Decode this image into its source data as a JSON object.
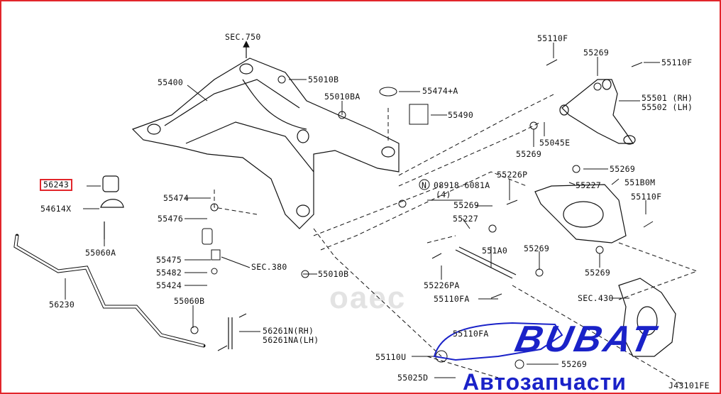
{
  "diagram": {
    "code": "J43101FE",
    "highlighted_part": "56243",
    "labels": {
      "sec750": "SEC.750",
      "p55400": "55400",
      "p55010B_top": "55010B",
      "p55010BA": "55010BA",
      "p55474A": "55474+A",
      "p55490": "55490",
      "p55110F_a": "55110F",
      "p55269_a": "55269",
      "p55110F_b": "55110F",
      "p55501": "55501 (RH)",
      "p55502": "55502 (LH)",
      "p55269_b": "55269",
      "p55045E": "55045E",
      "p55269_c": "55269",
      "p55226P": "55226P",
      "p55227_a": "55227",
      "p551B0M": "551B0M",
      "p55110F_c": "55110F",
      "p08918": "08918-6081A",
      "p08918_qty": "(4)",
      "p08918_mark": "N",
      "p56243": "56243",
      "p54614X": "54614X",
      "p55474": "55474",
      "p55476": "55476",
      "p55060A": "55060A",
      "p55475": "55475",
      "sec380": "SEC.380",
      "p55482": "55482",
      "p55424": "55424",
      "p55010B_bot": "55010B",
      "p55269_d": "55269",
      "p55227_b": "55227",
      "p551A0": "551A0",
      "p55269_e": "55269",
      "p55226PA": "55226PA",
      "p55269_f": "55269",
      "p55110FA_a": "55110FA",
      "sec430": "SEC.430",
      "p56230": "56230",
      "p55060B": "55060B",
      "p56261N": "56261N(RH)",
      "p56261NA": "56261NA(LH)",
      "p55110FA_b": "55110FA",
      "p55110U": "55110U",
      "p55269_g": "55269",
      "p55025D": "55025D"
    }
  },
  "watermarks": {
    "oaec": "oaec",
    "brand": "BUBAT",
    "brand_sub": "Автозапчасти"
  },
  "colors": {
    "highlight": "#e2262b",
    "brand": "#1a22c8"
  }
}
